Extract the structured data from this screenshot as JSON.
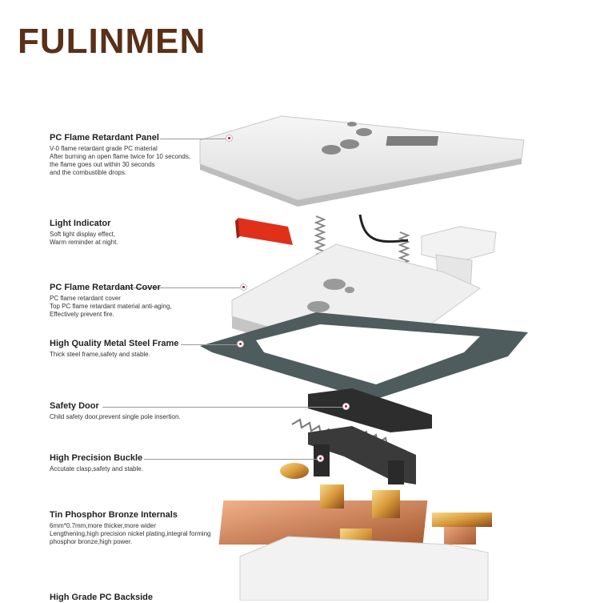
{
  "brand": {
    "name": "FULINMEN",
    "color": "#5a3018"
  },
  "accent": "#c0102a",
  "components": [
    {
      "title": "PC Flame Retardant Panel",
      "desc": "V-0 flame retardant grade PC material\nAfter burning an open flame twice for 10 seconds,\nthe flame goes out within 30 seconds\nand the combustible drops."
    },
    {
      "title": "Light  Indicator",
      "desc": "Soft light display effect,\nWarm reminder at night."
    },
    {
      "title": "PC Flame Retardant Cover",
      "desc": "PC flame retardant cover\nTop PC flame retardant material anti-aging,\nEffectively prevent fire."
    },
    {
      "title": "High Quality Metal Steel Frame",
      "desc": "Thick steel frame,safety and stable."
    },
    {
      "title": "Safety Door",
      "desc": "Child safety door,prevent single pole insertion."
    },
    {
      "title": "High Precision Buckle",
      "desc": "Accutate clasp,safety and stable."
    },
    {
      "title": "Tin Phosphor Bronze Internals",
      "desc": "6mm*0.7mm,more thicker,more wider\nLengthening,high precision nickel plating,integral forming\nphosphor bronze,high power."
    },
    {
      "title": "High Grade PC Backside",
      "desc": ""
    }
  ],
  "icons": [
    "panel-illustration",
    "light-indicator-illustration",
    "cover-illustration",
    "steel-frame-illustration",
    "safety-door-illustration",
    "buckle-illustration",
    "bronze-internals-illustration",
    "backside-illustration"
  ]
}
